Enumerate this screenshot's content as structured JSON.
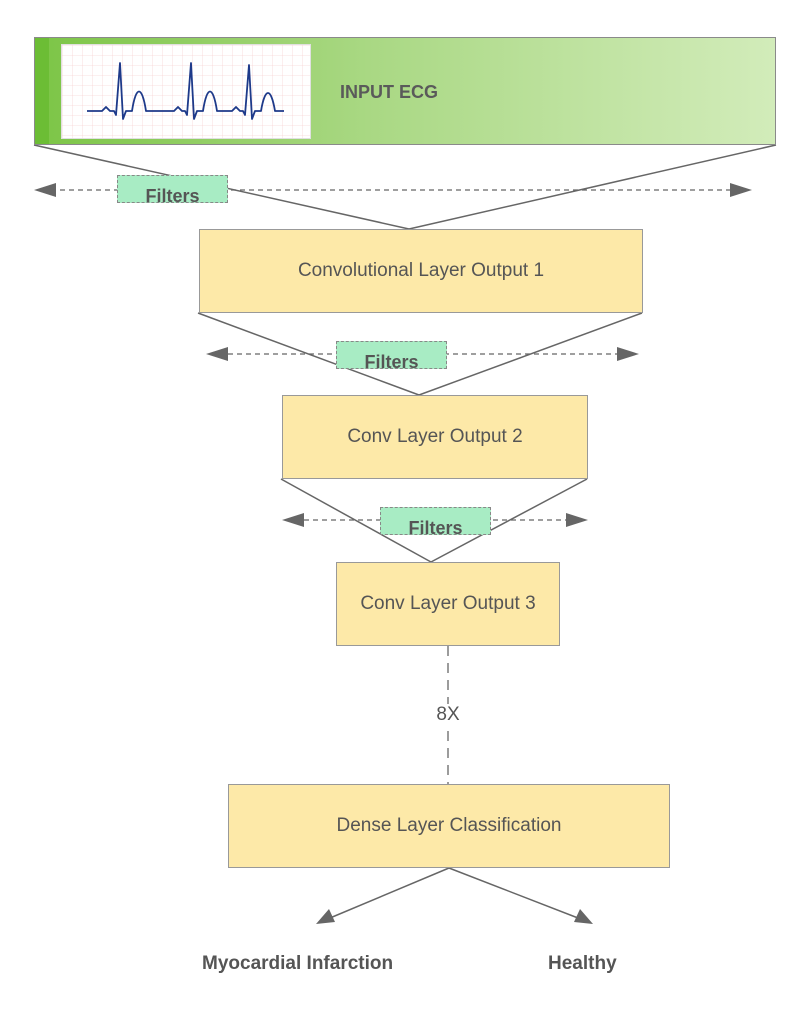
{
  "input": {
    "label": "INPUT ECG",
    "ecg_image": "ecg-waveform-icon"
  },
  "filters": [
    {
      "label": "Filters"
    },
    {
      "label": "Filters"
    },
    {
      "label": "Filters"
    }
  ],
  "layers": [
    {
      "label": "Convolutional Layer Output 1"
    },
    {
      "label": "Conv Layer Output 2"
    },
    {
      "label": "Conv Layer Output 3"
    }
  ],
  "multiplier": "8X",
  "dense": {
    "label": "Dense Layer Classification"
  },
  "outputs": [
    {
      "label": "Myocardial Infarction"
    },
    {
      "label": "Healthy"
    }
  ],
  "colors": {
    "input_green": "#7cc546",
    "layer_fill": "#fde9a8",
    "filter_fill": "#a8ecc4",
    "line": "#666666"
  }
}
